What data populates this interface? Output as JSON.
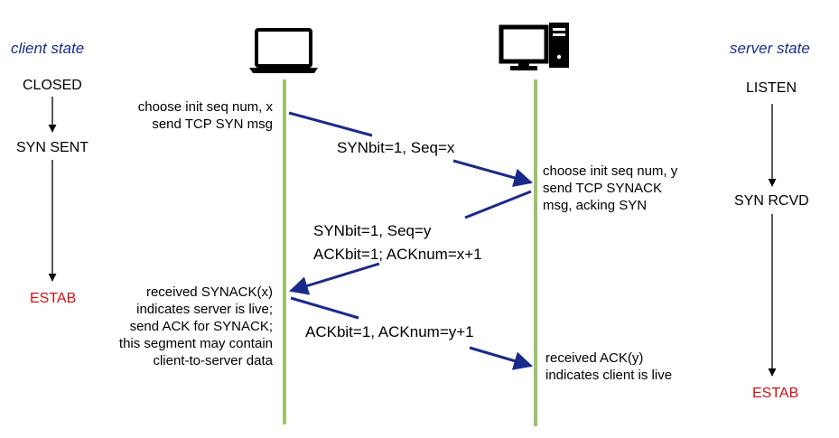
{
  "headers": {
    "client": "client state",
    "server": "server state"
  },
  "client_states": {
    "closed": "CLOSED",
    "syn_sent": "SYN SENT",
    "estab": "ESTAB"
  },
  "server_states": {
    "listen": "LISTEN",
    "syn_rcvd": "SYN RCVD",
    "estab": "ESTAB"
  },
  "notes": {
    "client_init": [
      "choose init seq num, x",
      "send TCP SYN msg"
    ],
    "server_init": [
      "choose init seq num, y",
      "send TCP SYNACK",
      "msg, acking SYN"
    ],
    "client_received": [
      "received SYNACK(x)",
      "indicates server is live;",
      "send ACK for SYNACK;",
      "this segment may contain",
      "client-to-server data"
    ],
    "server_received": [
      "received ACK(y)",
      "indicates client is live"
    ]
  },
  "messages": {
    "syn": "SYNbit=1, Seq=x",
    "synack": [
      "SYNbit=1, Seq=y",
      "ACKbit=1; ACKnum=x+1"
    ],
    "ack": "ACKbit=1, ACKnum=y+1"
  },
  "icons": {
    "client": "laptop-icon",
    "server": "desktop-computer-icon"
  },
  "colors": {
    "header": "#1a2a8c",
    "estab": "#cc1111",
    "arrow": "#1a2a8c",
    "timeline": "#9dc36a"
  }
}
